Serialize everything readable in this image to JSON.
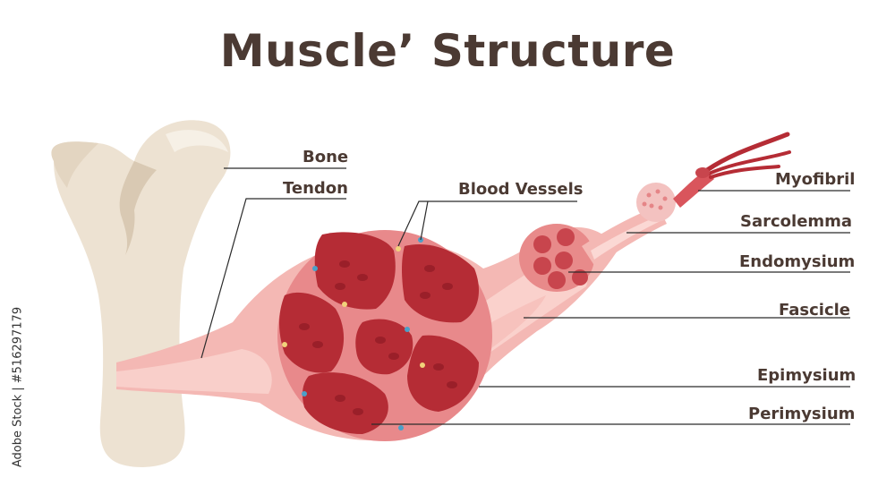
{
  "title": "Muscle’ Structure",
  "labels": {
    "bone": "Bone",
    "tendon": "Tendon",
    "blood_vessels": "Blood Vessels",
    "myofibril": "Myofibril",
    "sarcolemma": "Sarcolemma",
    "endomysium": "Endomysium",
    "fascicle": "Fascicle",
    "epimysium": "Epimysium",
    "perimysium": "Perimysium"
  },
  "watermark": "Adobe Stock | #516297179",
  "colors": {
    "text": "#4b3a33",
    "bone": "#ede2d2",
    "muscle": "#e88a8a",
    "fascicle": "#b52c35",
    "leader": "#2b2b2b"
  }
}
